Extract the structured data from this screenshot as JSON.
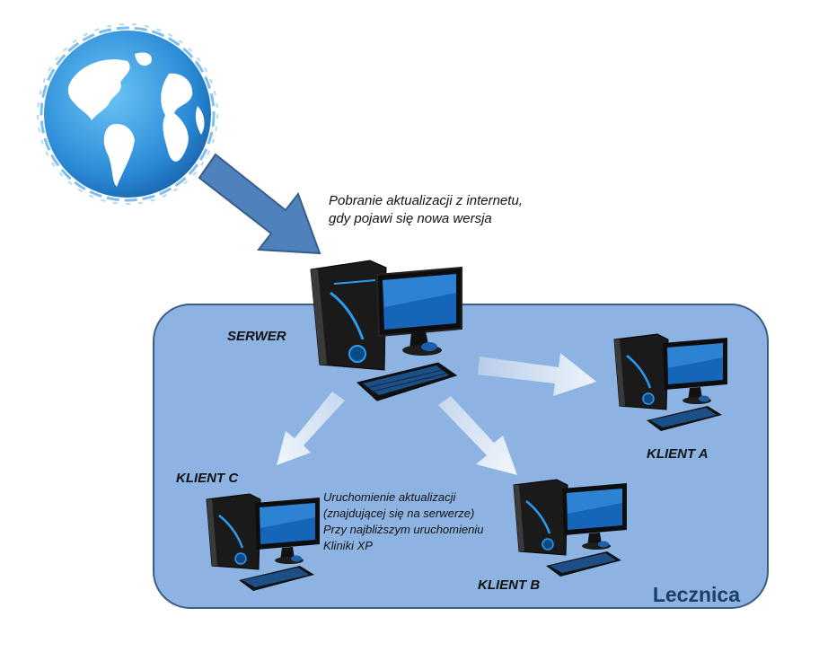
{
  "internet_note": {
    "line1": "Pobranie aktualizacji  z internetu,",
    "line2": "gdy pojawi się nowa wersja"
  },
  "labels": {
    "server": "SERWER",
    "client_a": "KLIENT A",
    "client_b": "KLIENT B",
    "client_c": "KLIENT C"
  },
  "client_note": {
    "line1": "Uruchomienie aktualizacji",
    "line2": "(znajdującej się na serwerze)",
    "line3": "Przy najbliższym  uruchomieniu",
    "line4": "Kliniki XP"
  },
  "zone": {
    "label": "Lecznica"
  },
  "colors": {
    "zone_fill": "#8db3e2",
    "zone_border": "#3d5d86",
    "download_arrow": "#4f81bd",
    "distribution_arrow": "#dce8f6",
    "globe_ocean": "#2f8fd8"
  },
  "icons": [
    "globe-icon",
    "server-computer-icon",
    "client-computer-icon"
  ]
}
